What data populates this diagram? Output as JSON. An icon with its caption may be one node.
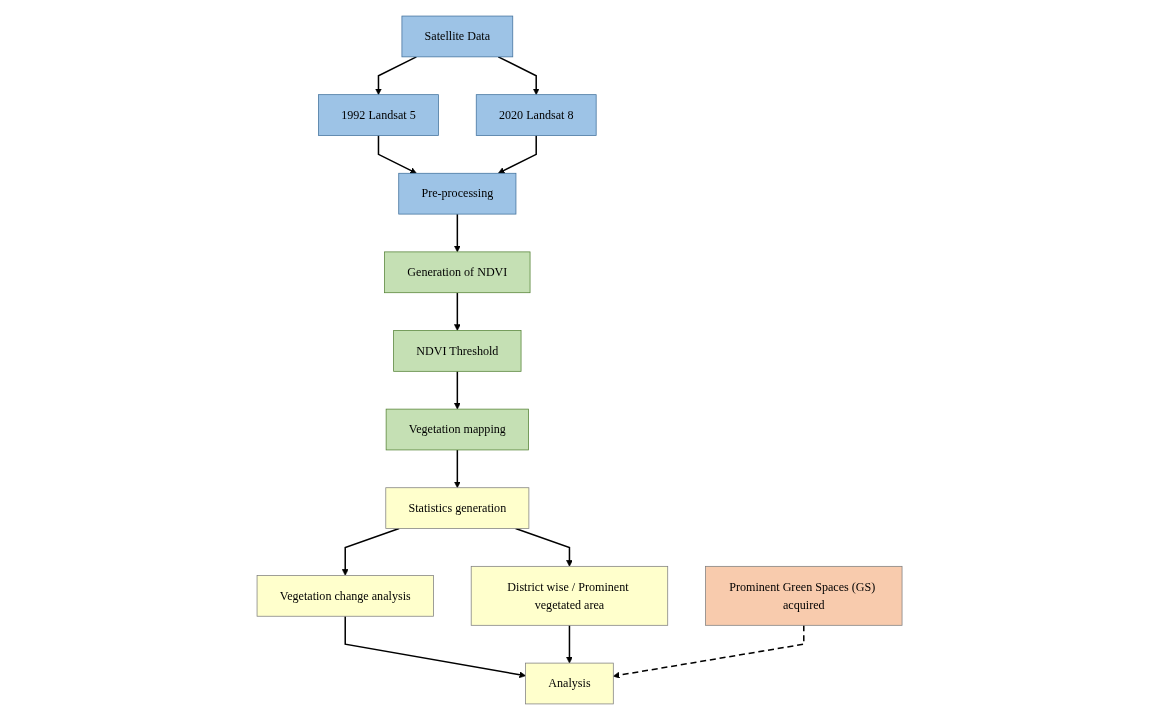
{
  "diagram": {
    "nodes": [
      {
        "text": [
          "Satellite Data"
        ]
      },
      {
        "text": [
          "1992 Landsat 5"
        ]
      },
      {
        "text": [
          "2020 Landsat 8"
        ]
      },
      {
        "text": [
          "Pre-processing"
        ]
      },
      {
        "text": [
          "Generation of NDVI"
        ]
      },
      {
        "text": [
          "NDVI Threshold"
        ]
      },
      {
        "text": [
          "Vegetation mapping"
        ]
      },
      {
        "text": [
          "Statistics generation"
        ]
      },
      {
        "text": [
          "Vegetation change analysis"
        ]
      },
      {
        "text": [
          "District wise / Prominent vegetated area"
        ]
      },
      {
        "text": [
          "Analysis"
        ]
      },
      {
        "text": [
          "Prominent Green Spaces (GS) acquired"
        ]
      }
    ],
    "edges": [
      {
        "from": 0,
        "to": 1,
        "arrow": "to"
      },
      {
        "from": 0,
        "to": 2,
        "arrow": "to"
      },
      {
        "from": 1,
        "to": 3,
        "arrow": "to"
      },
      {
        "from": 2,
        "to": 3,
        "arrow": "to"
      },
      {
        "from": 3,
        "to": 4,
        "arrow": "to"
      },
      {
        "from": 4,
        "to": 5,
        "arrow": "to"
      },
      {
        "from": 5,
        "to": 6,
        "arrow": "to"
      },
      {
        "from": 6,
        "to": 7,
        "arrow": "to"
      },
      {
        "from": 7,
        "to": 8,
        "arrow": "to"
      },
      {
        "from": 7,
        "to": 9,
        "arrow": "to"
      },
      {
        "from": 8,
        "to": 10,
        "arrow": "to"
      },
      {
        "from": 9,
        "to": 10,
        "arrow": "to"
      },
      {
        "from": 11,
        "to": 10,
        "arrow": "to",
        "style": "dashed"
      }
    ]
  }
}
